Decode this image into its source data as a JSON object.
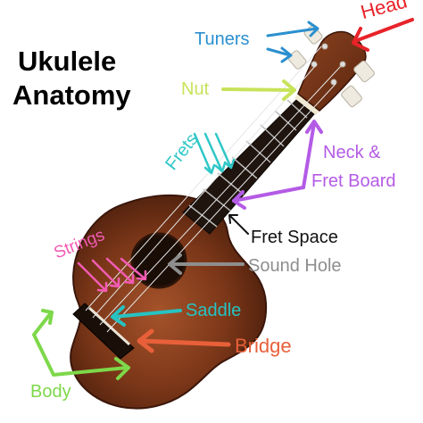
{
  "title": {
    "line1": "Ukulele",
    "line2": "Anatomy"
  },
  "labels": {
    "head": "Head",
    "tuners": "Tuners",
    "nut": "Nut",
    "frets": "Frets",
    "neck": "Neck &",
    "fret_board": "Fret Board",
    "fret_space": "Fret Space",
    "strings": "Strings",
    "sound_hole": "Sound Hole",
    "saddle": "Saddle",
    "bridge": "Bridge",
    "body": "Body"
  },
  "colors": {
    "head": "#e8232a",
    "tuners": "#2b8fcf",
    "nut": "#c7e35a",
    "frets": "#2fc7c7",
    "neck": "#b45be6",
    "fret_space": "#111111",
    "strings": "#f25bb3",
    "sound_hole": "#8e8e8e",
    "saddle": "#27c2c2",
    "bridge": "#e8603a",
    "body": "#7dd84a"
  }
}
